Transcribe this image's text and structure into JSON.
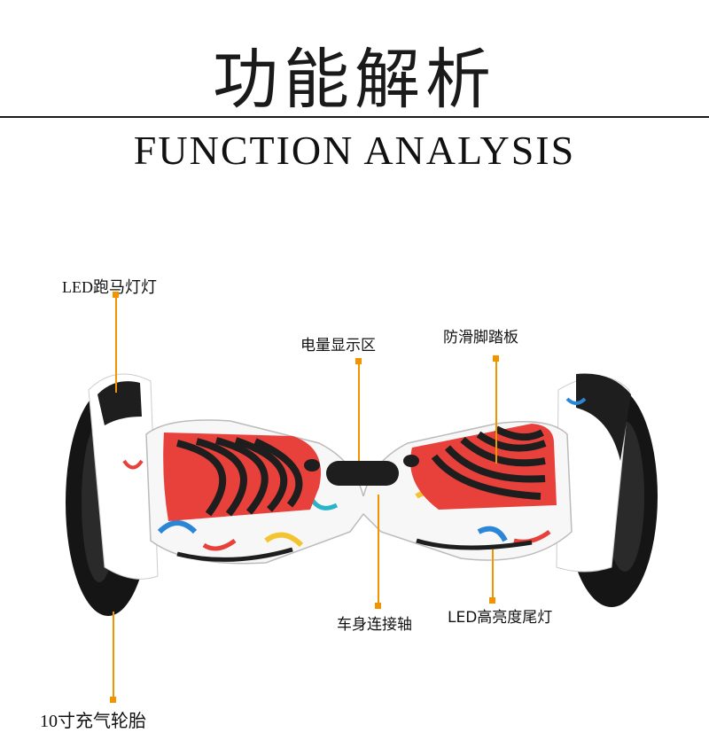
{
  "header": {
    "title_cn": "功能解析",
    "title_en": "FUNCTION ANALYSIS"
  },
  "callouts": {
    "led_running_light": "LED跑马灯灯",
    "battery_display": "电量显示区",
    "anti_slip_pedal": "防滑脚踏板",
    "body_axle": "车身连接轴",
    "led_tail_light": "LED高亮度尾灯",
    "tire": "10寸充气轮胎"
  },
  "colors": {
    "callout_line": "#f29400",
    "pedal_red": "#e8403a",
    "tire_black": "#141414"
  }
}
